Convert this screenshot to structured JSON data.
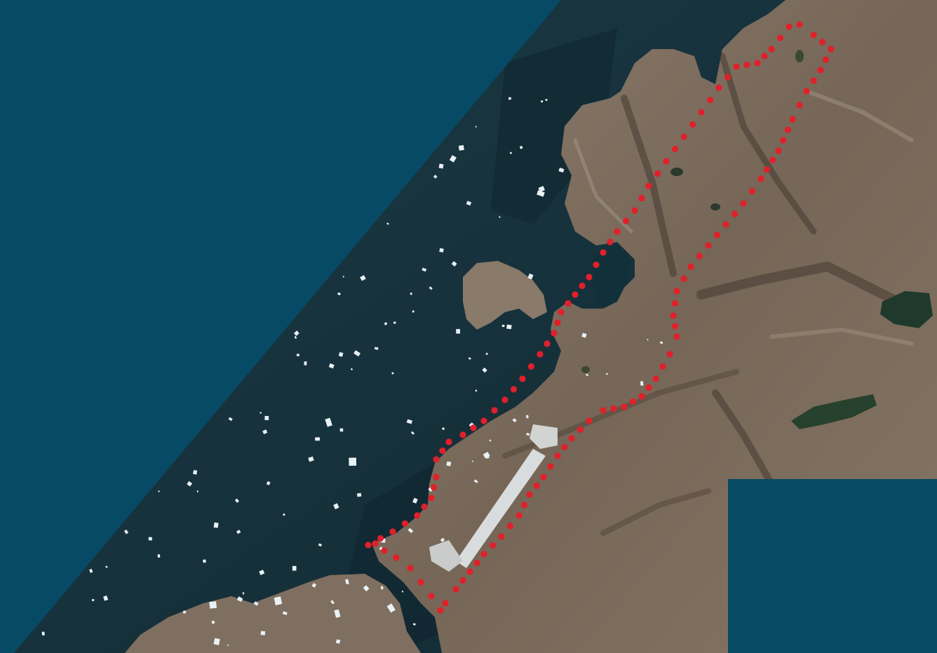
{
  "map": {
    "kind": "satellite-image",
    "colors": {
      "mask": "#064a66",
      "sea": "#16323c",
      "sea_dark": "#0f2731",
      "ice": "#e9f1f4",
      "land": "#7a6a5c",
      "land_dark": "#4a3d33",
      "land_light": "#a39584",
      "lake": "#1f3a2c",
      "airstrip": "#d9dcdc",
      "route": "#e0202a"
    },
    "masked_areas": [
      "upper-left-triangle",
      "lower-right-rectangle"
    ],
    "features": [
      "sea-ice",
      "coastline",
      "rocky-terrain",
      "lakes",
      "airstrip",
      "dotted-route-outline"
    ]
  }
}
